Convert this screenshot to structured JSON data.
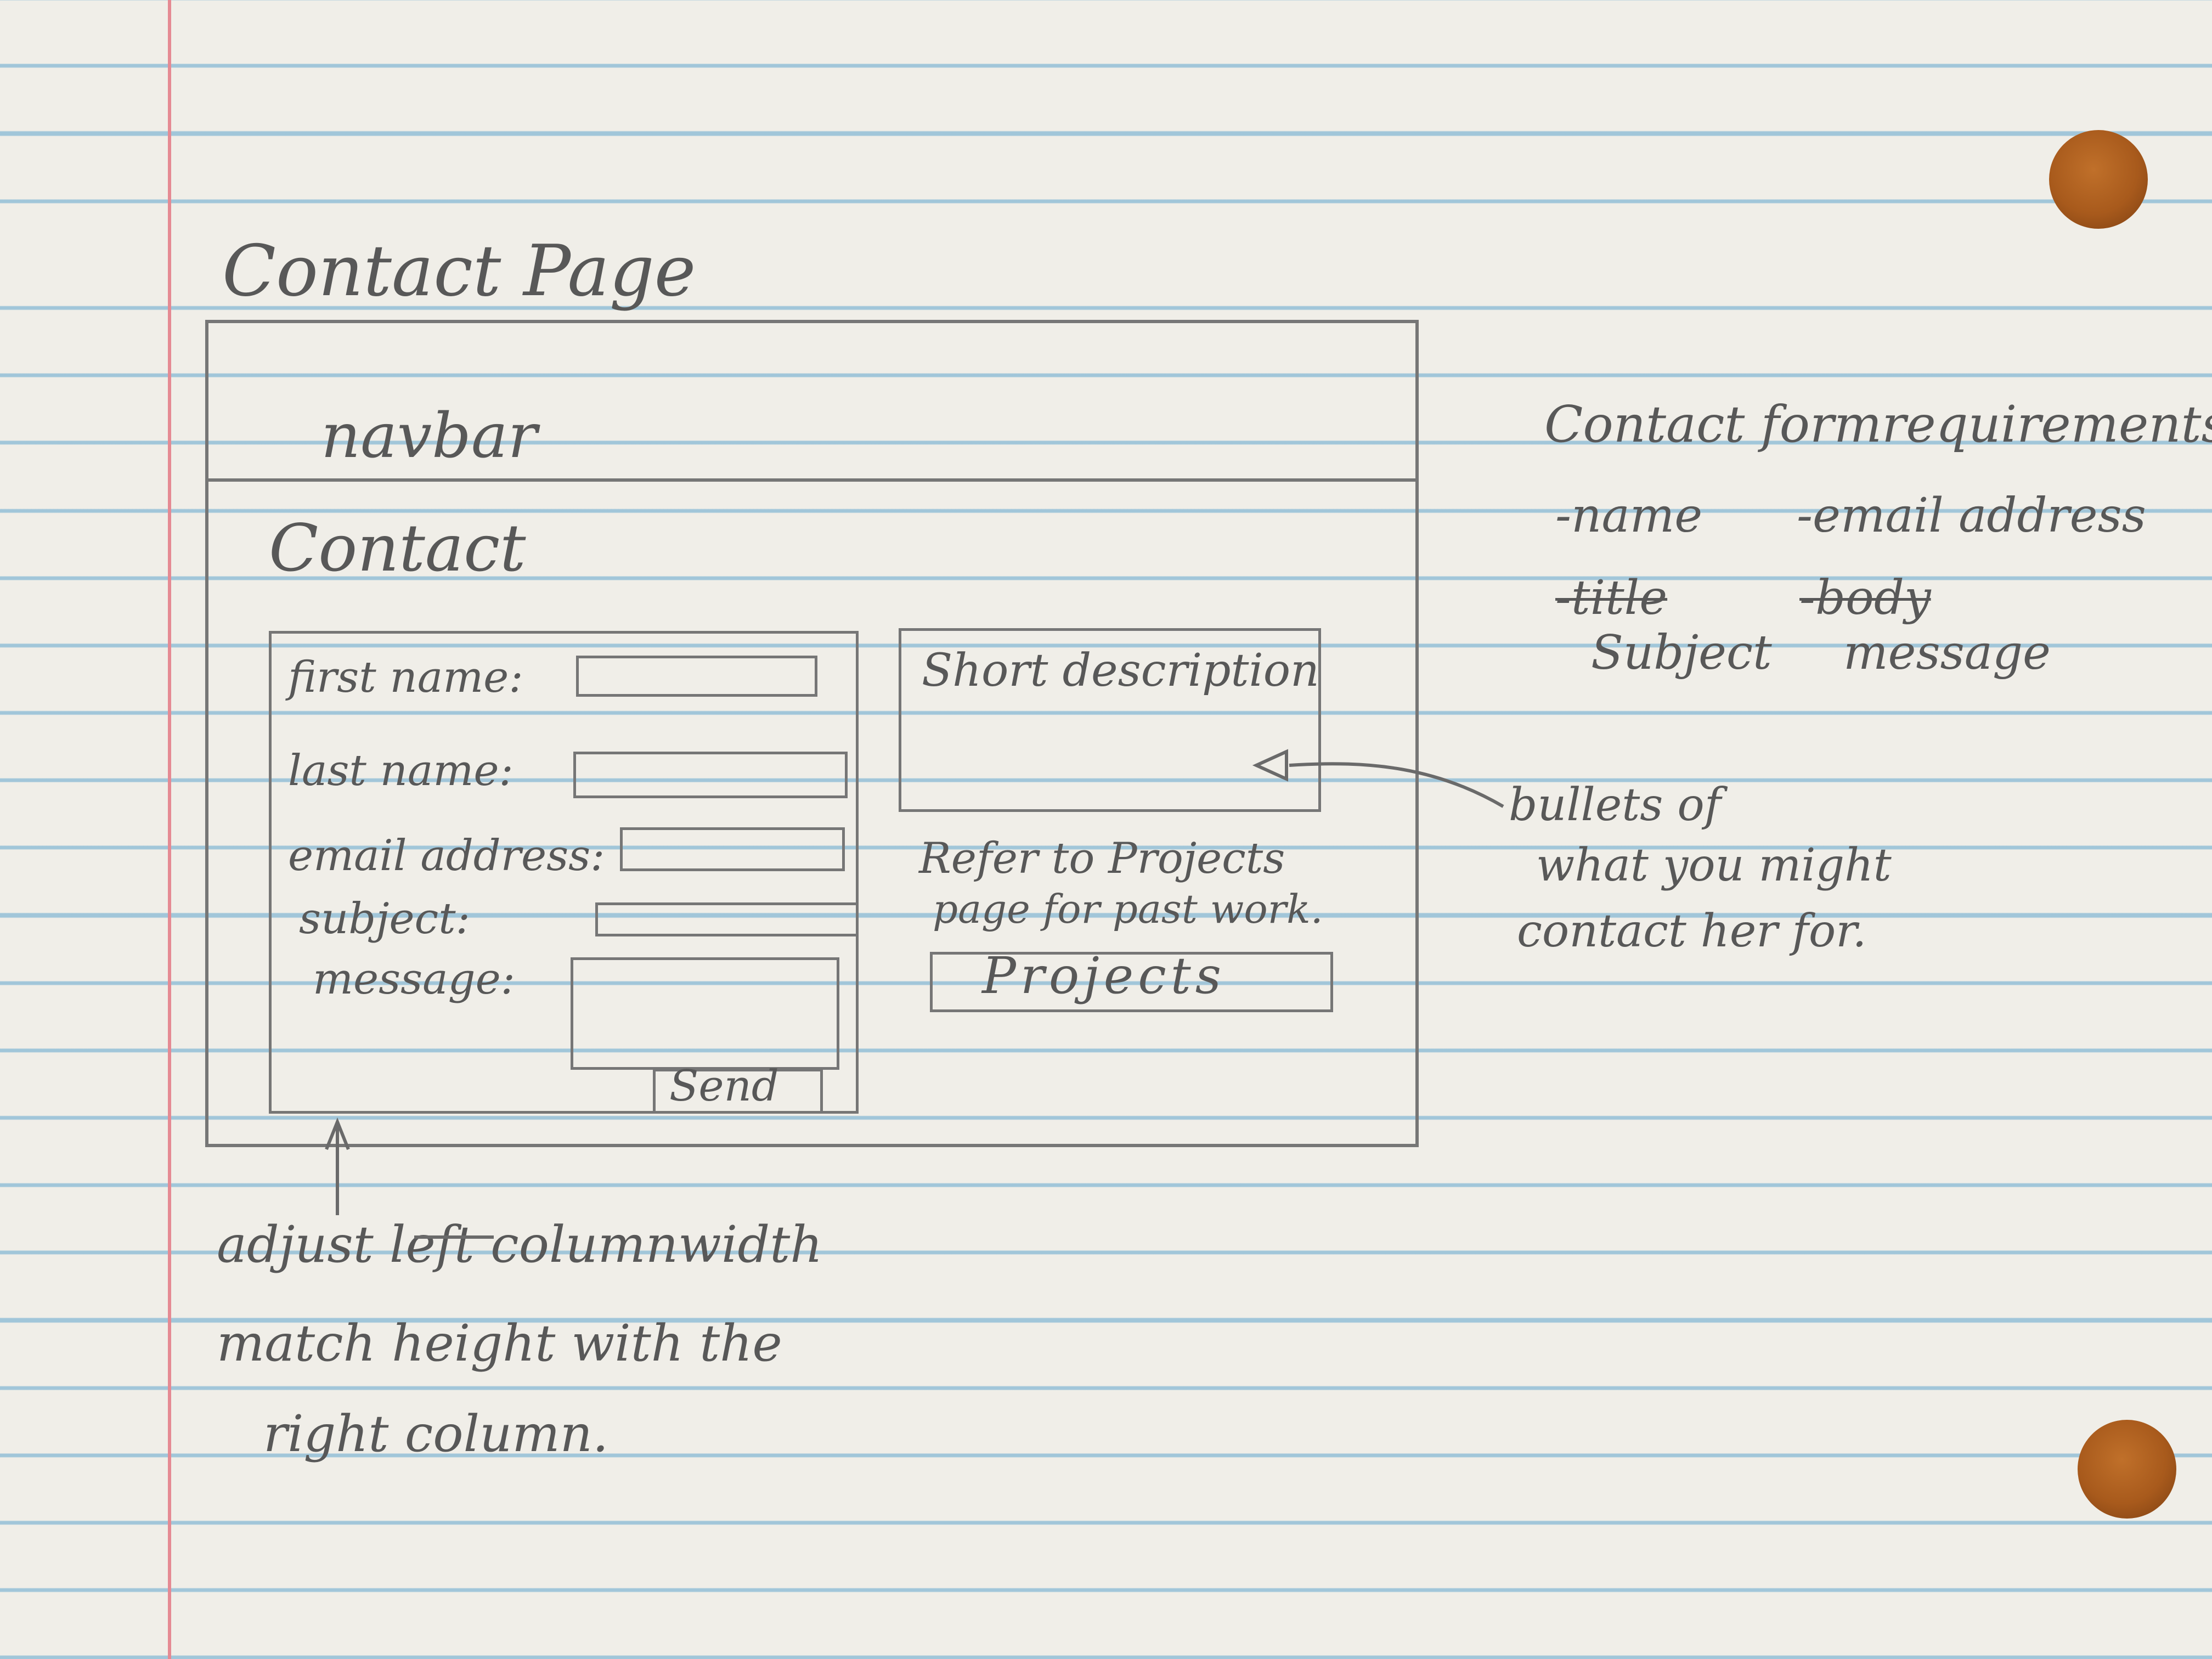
{
  "sketch": {
    "page_title": "Contact Page",
    "wireframe": {
      "navbar_label": "navbar",
      "heading": "Contact",
      "form": {
        "first_name_label": "first name:",
        "last_name_label": "last name:",
        "email_label": "email address:",
        "subject_label": "subject:",
        "message_label": "message:",
        "send_label": "Send"
      },
      "side": {
        "short_description": "Short description",
        "refer_line_1": "Refer to Projects",
        "refer_line_2": "page for past work.",
        "projects_label": "Projects"
      }
    },
    "requirements": {
      "title": "Contact formrequirements",
      "name": "-name",
      "email": "-email address",
      "title_struck": "-title",
      "subject": "Subject",
      "body_struck": "-body",
      "message": "message"
    },
    "bullets_note": [
      "bullets of",
      "what you might",
      "contact her for."
    ],
    "column_note": [
      "adjust left columnwidth",
      "match height with the",
      "right column."
    ]
  },
  "colors": {
    "paper": "#f0eee8",
    "rule_lines": "#60a5cd",
    "margin_line": "#e58a93",
    "pencil": "#585858",
    "punch_holes": "#a85a1c"
  }
}
